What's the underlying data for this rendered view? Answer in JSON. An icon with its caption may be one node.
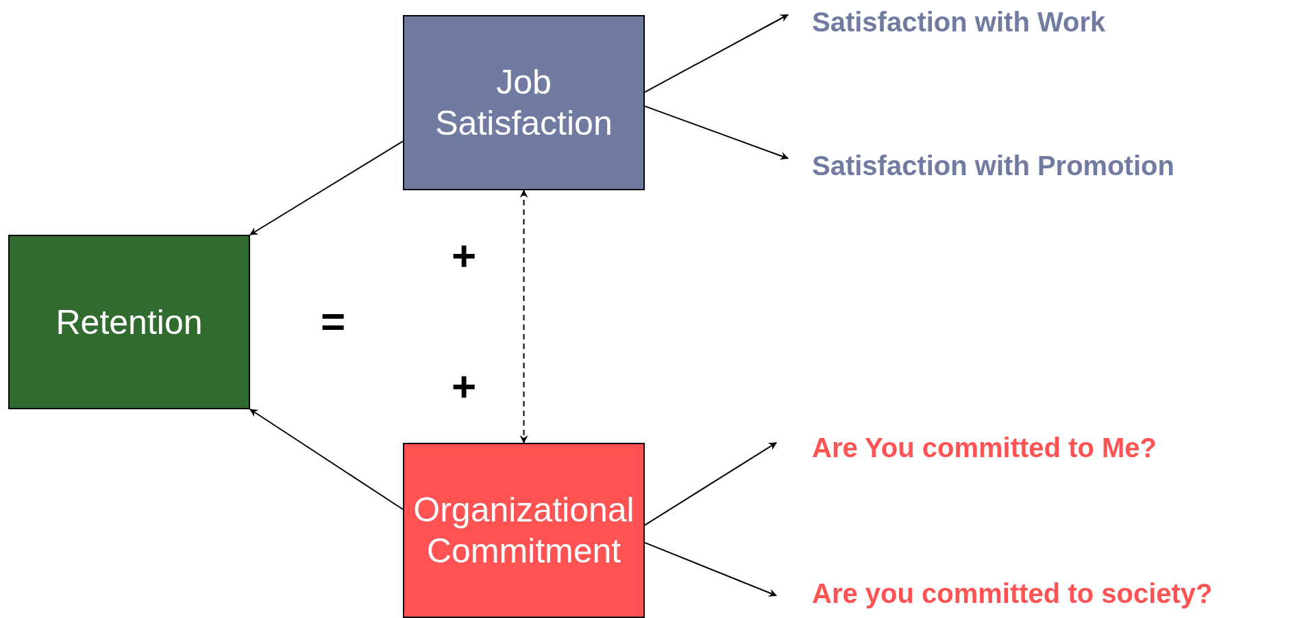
{
  "diagram": {
    "nodes": [
      {
        "text": [
          "Job Satisfaction"
        ]
      },
      {
        "text": [
          "Satisfaction with Work"
        ]
      },
      {
        "text": [
          "Satisfaction with Promotion"
        ]
      },
      {
        "text": [
          "Retention"
        ]
      },
      {
        "text": [
          "Organizational Commitment"
        ]
      },
      {
        "text": [
          "Are You committed to Me?"
        ]
      },
      {
        "text": [
          "Are you committed to society?"
        ]
      }
    ],
    "edges": [
      {
        "from": 0,
        "to": 3,
        "arrow": "to"
      },
      {
        "from": 4,
        "to": 3,
        "arrow": "to"
      },
      {
        "from": 0,
        "to": 4,
        "arrow": "both",
        "style": "dashed"
      },
      {
        "from": 0,
        "to": 1,
        "arrow": "to"
      },
      {
        "from": 0,
        "to": 2,
        "arrow": "to"
      },
      {
        "from": 4,
        "to": 5,
        "arrow": "to"
      },
      {
        "from": 4,
        "to": 6,
        "arrow": "to"
      }
    ],
    "labels": [
      "+",
      "=",
      "+"
    ]
  }
}
